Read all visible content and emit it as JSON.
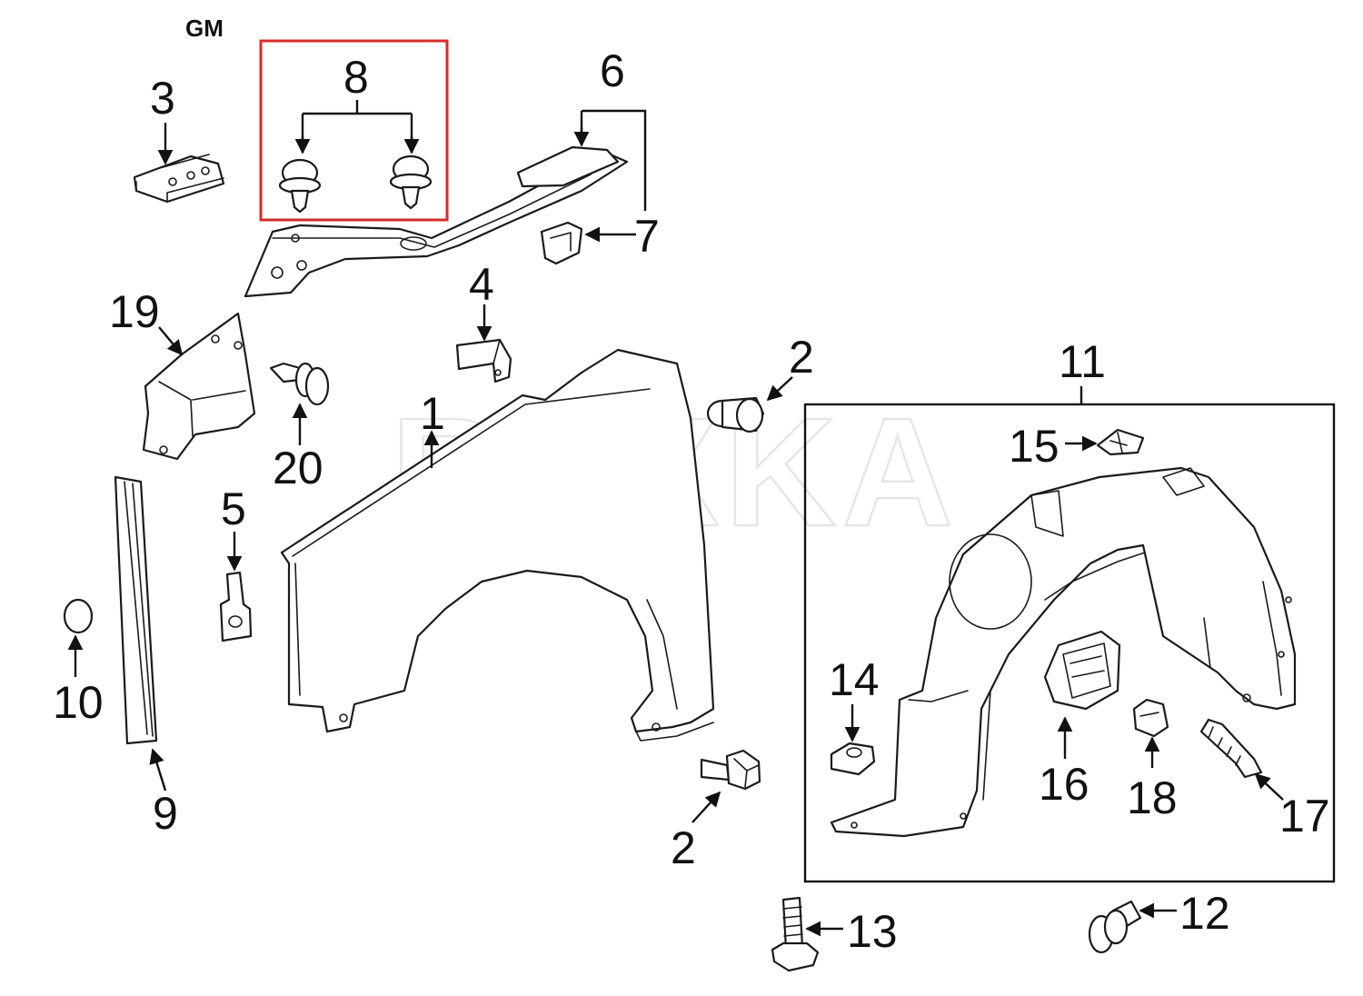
{
  "brand": "GM",
  "watermark": "REXKA",
  "highlight_color": "#d62b2b",
  "callouts": {
    "p1": "1",
    "p2a": "2",
    "p2b": "2",
    "p3": "3",
    "p4": "4",
    "p5": "5",
    "p6": "6",
    "p7": "7",
    "p8": "8",
    "p9": "9",
    "p10": "10",
    "p11": "11",
    "p12": "12",
    "p13": "13",
    "p14": "14",
    "p15": "15",
    "p16": "16",
    "p17": "17",
    "p18": "18",
    "p19": "19",
    "p20": "20"
  }
}
